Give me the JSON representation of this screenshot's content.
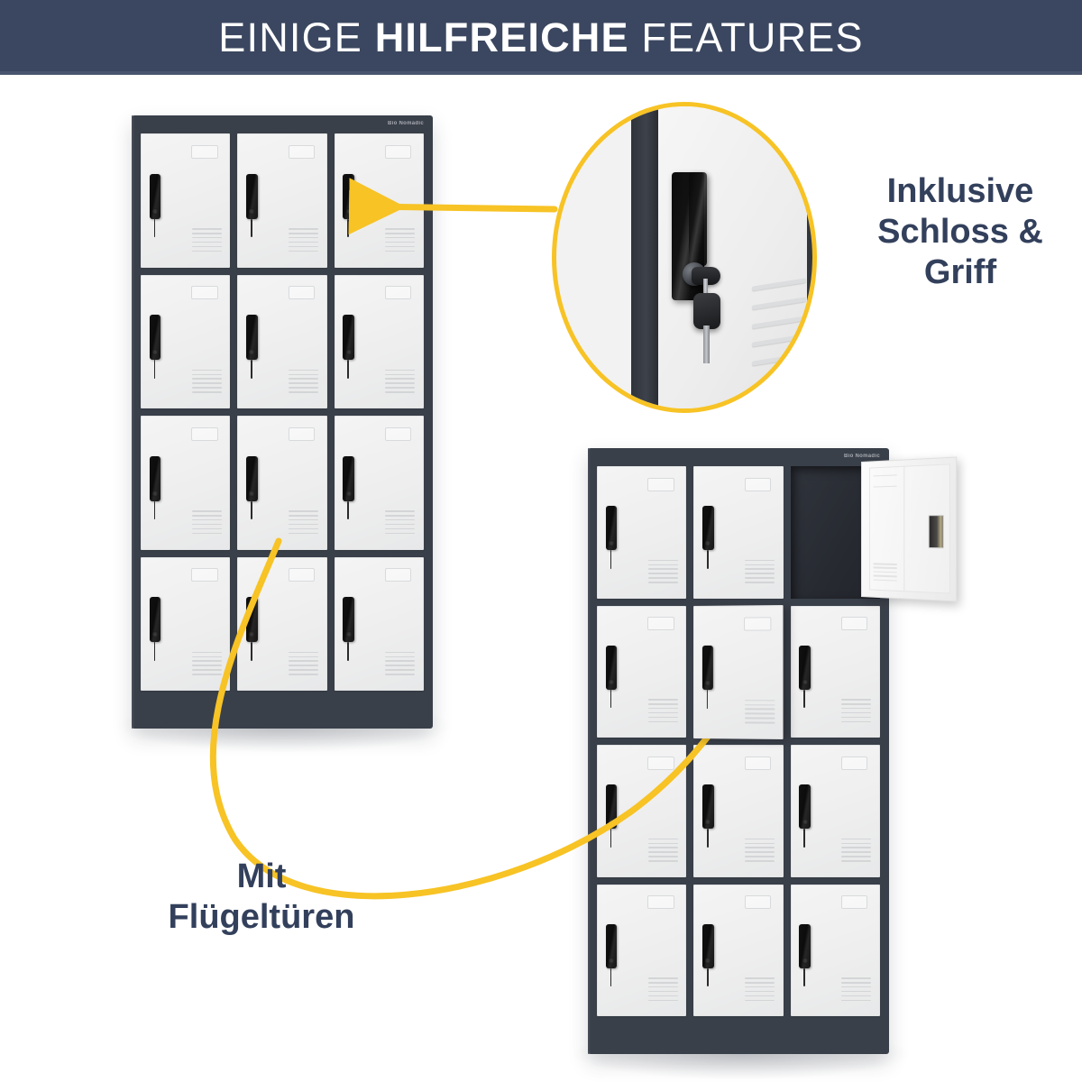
{
  "header": {
    "title_prefix": "EINIGE ",
    "title_emphasis": "HILFREICHE",
    "title_suffix": " FEATURES",
    "bg_color": "#3b4760",
    "text_color": "#ffffff"
  },
  "palette": {
    "accent_yellow": "#F7C325",
    "navy_text": "#33405c",
    "cabinet_frame": "#3a404a",
    "door_face": "#f0f0f0",
    "handle_black": "#101010",
    "background": "#ffffff"
  },
  "callouts": [
    {
      "id": "lock-handle",
      "text": "Inklusive Schloss & Griff",
      "lines": [
        "Inklusive",
        "Schloss &",
        "Griff"
      ],
      "pointer": "arrow-straight-left",
      "target": "handle of top-right door on left cabinet"
    },
    {
      "id": "wing-doors",
      "text": "Mit Flügeltüren",
      "lines": [
        "Mit",
        "Flügeltüren"
      ],
      "pointer": "arrow-curved",
      "target": "ajar door on right cabinet"
    }
  ],
  "zoom_circle": {
    "label": "magnified lock and handle detail",
    "border_color": "#F7C325",
    "contents": [
      "door-handle-bar",
      "lock-cylinder",
      "inserted-key",
      "ventilation-slits",
      "frame-column"
    ]
  },
  "cabinets": [
    {
      "id": "left-cabinet",
      "columns": 3,
      "rows": 4,
      "compartments": 12,
      "brand_badge": "Bio Nomadic",
      "doors_closed": 12,
      "doors_open": 0,
      "door_features": [
        "name-card-slot",
        "black-vertical-handle",
        "lock-cylinder",
        "key-stem",
        "ventilation-slits"
      ]
    },
    {
      "id": "right-cabinet",
      "columns": 3,
      "rows": 4,
      "compartments": 12,
      "brand_badge": "Bio Nomadic",
      "doors_closed": 10,
      "doors_open": 1,
      "doors_ajar": 1,
      "open_door_position": "row 1, column 3",
      "ajar_door_position": "row 2, column 2",
      "door_features": [
        "name-card-slot",
        "black-vertical-handle",
        "lock-cylinder",
        "key-stem",
        "ventilation-slits"
      ]
    }
  ]
}
